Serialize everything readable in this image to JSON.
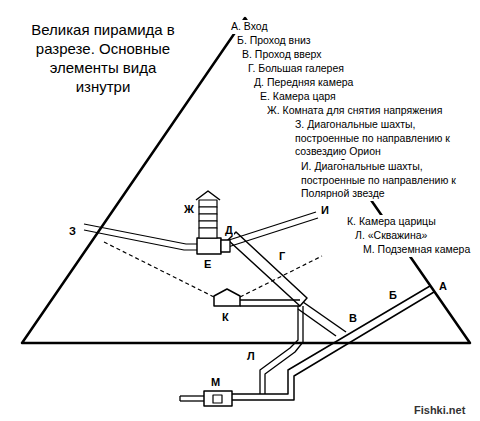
{
  "diagram": {
    "title": "Великая пирамида в разрезе. Основные элементы вида изнутри",
    "labels": [
      "А. Вход",
      "Б. Проход вниз",
      "В. Проход вверх",
      "Г. Большая галерея",
      "Д. Передняя камера",
      "Е. Камера царя",
      "Ж. Комната для снятия напряжения",
      "З. Диагональные шахты, построенные по направлению к созвездию Орион",
      "И. Диагональные шахты, построенные по направлению к Полярной звезде",
      "К. Камера царицы",
      "Л. «Скважина»",
      "М. Подземная камера",
      "З",
      "Ж",
      "Д",
      "И",
      "Е",
      "Г",
      "К",
      "В",
      "Б",
      "А",
      "Л",
      "М",
      "Fishki.net"
    ]
  }
}
